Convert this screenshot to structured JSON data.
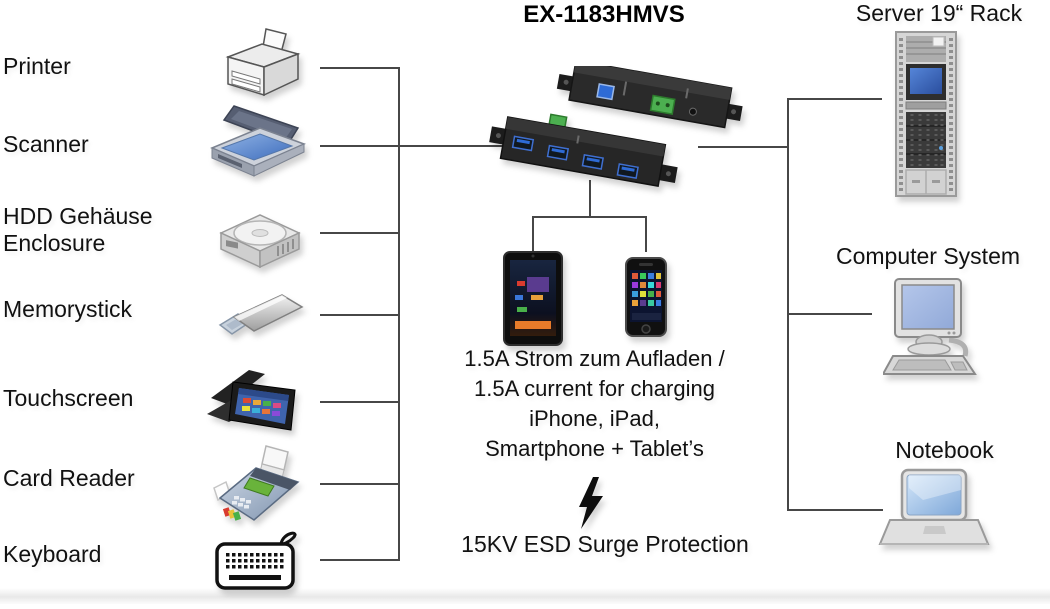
{
  "title": "EX-1183HMVS",
  "left_devices": [
    {
      "label": "Printer",
      "icon": "printer-icon"
    },
    {
      "label": "Scanner",
      "icon": "scanner-icon"
    },
    {
      "label": "HDD Gehäuse Enclosure",
      "icon": "hdd-enclosure-icon"
    },
    {
      "label": "Memorystick",
      "icon": "memorystick-icon"
    },
    {
      "label": "Touchscreen",
      "icon": "touchscreen-icon"
    },
    {
      "label": "Card Reader",
      "icon": "card-reader-icon"
    },
    {
      "label": "Keyboard",
      "icon": "keyboard-icon"
    }
  ],
  "right_devices": [
    {
      "label": "Server 19“ Rack",
      "icon": "server-rack-icon"
    },
    {
      "label": "Computer System",
      "icon": "computer-system-icon"
    },
    {
      "label": "Notebook",
      "icon": "notebook-icon"
    }
  ],
  "hub": {
    "icon": "usb-hub-icon"
  },
  "charging": {
    "icons": [
      "tablet-icon",
      "smartphone-icon"
    ],
    "lines": [
      "1.5A Strom zum Aufladen /",
      "1.5A current for charging",
      "iPhone, iPad,",
      "Smartphone + Tablet’s"
    ]
  },
  "protection": {
    "icon": "lightning-bolt-icon",
    "label": "15KV ESD Surge Protection"
  },
  "colors": {
    "line": "#474747",
    "text": "#111111",
    "screen_blue": "#3a67c2",
    "usb_blue": "#2e6bd6",
    "terminal_green": "#4caf50",
    "background": "#ffffff"
  }
}
